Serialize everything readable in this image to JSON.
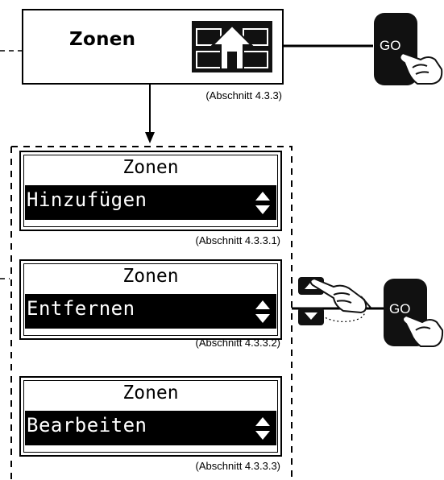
{
  "main_menu": {
    "title": "Zonen",
    "caption": "(Abschnitt 4.3.3)",
    "icon": "home-icon"
  },
  "go_button_label": "GO",
  "submenu_screens": [
    {
      "title": "Zonen",
      "item": "Hinzufügen",
      "caption": "(Abschnitt 4.3.3.1)"
    },
    {
      "title": "Zonen",
      "item": "Entfernen",
      "caption": "(Abschnitt 4.3.3.2)"
    },
    {
      "title": "Zonen",
      "item": "Bearbeiten",
      "caption": "(Abschnitt 4.3.3.3)"
    }
  ],
  "icons": [
    "home-icon",
    "up-down-arrows-icon",
    "arrow-up-key-icon",
    "arrow-down-key-icon",
    "pointing-hand-icon"
  ]
}
